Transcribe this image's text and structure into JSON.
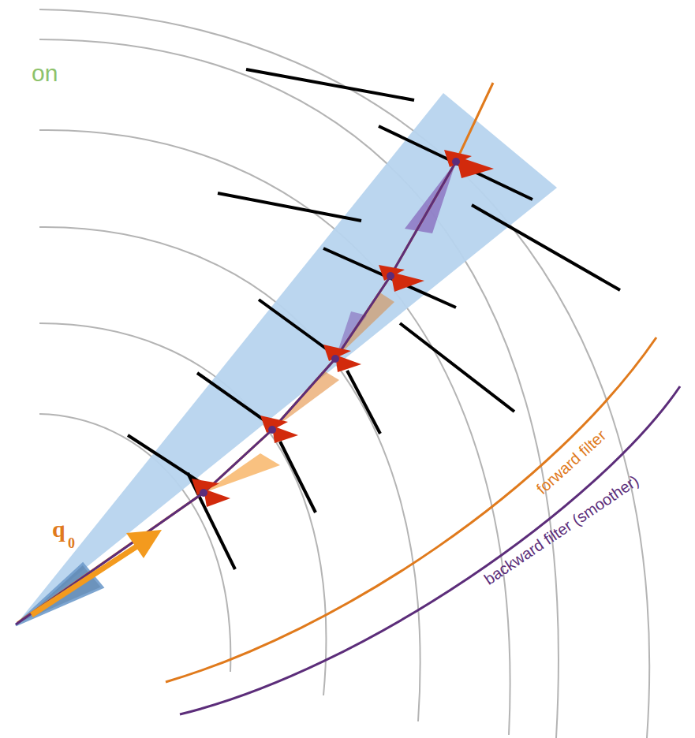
{
  "diagram": {
    "labels": [
      "on",
      "q",
      "0",
      "forward filter",
      "backward filter (smoother)"
    ]
  }
}
